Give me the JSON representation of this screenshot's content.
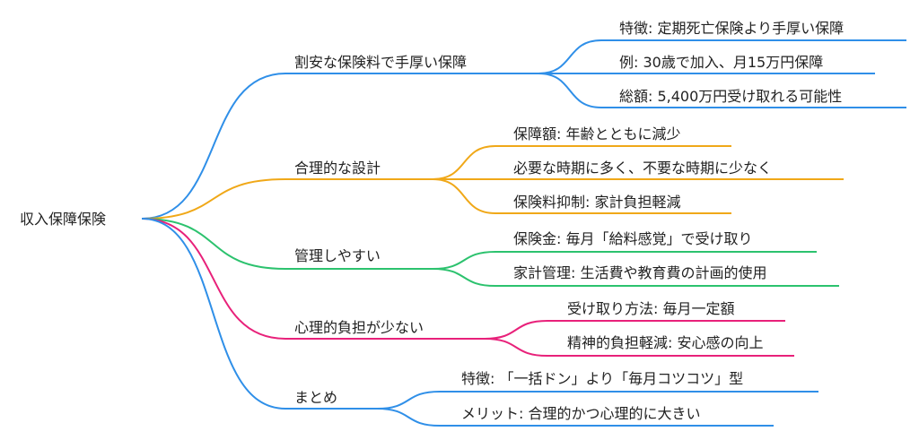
{
  "root": {
    "label": "収入保障保険"
  },
  "colors": {
    "blue": "#2f8fe8",
    "orange": "#f0a818",
    "green": "#2cc26e",
    "pink": "#e8217a"
  },
  "branches": [
    {
      "label": "割安な保険料で手厚い保障",
      "color": "blue",
      "children": [
        "特徴: 定期死亡保険より手厚い保障",
        "例: 30歳で加入、月15万円保障",
        "総額: 5,400万円受け取れる可能性"
      ]
    },
    {
      "label": "合理的な設計",
      "color": "orange",
      "children": [
        "保障額: 年齢とともに減少",
        "必要な時期に多く、不要な時期に少なく",
        "保険料抑制: 家計負担軽減"
      ]
    },
    {
      "label": "管理しやすい",
      "color": "green",
      "children": [
        "保険金: 毎月「給料感覚」で受け取り",
        "家計管理: 生活費や教育費の計画的使用"
      ]
    },
    {
      "label": "心理的負担が少ない",
      "color": "pink",
      "children": [
        "受け取り方法: 毎月一定額",
        "精神的負担軽減: 安心感の向上"
      ]
    },
    {
      "label": "まとめ",
      "color": "blue",
      "children": [
        "特徴: 「一括ドン」より「毎月コツコツ」型",
        "メリット: 合理的かつ心理的に大きい"
      ]
    }
  ]
}
